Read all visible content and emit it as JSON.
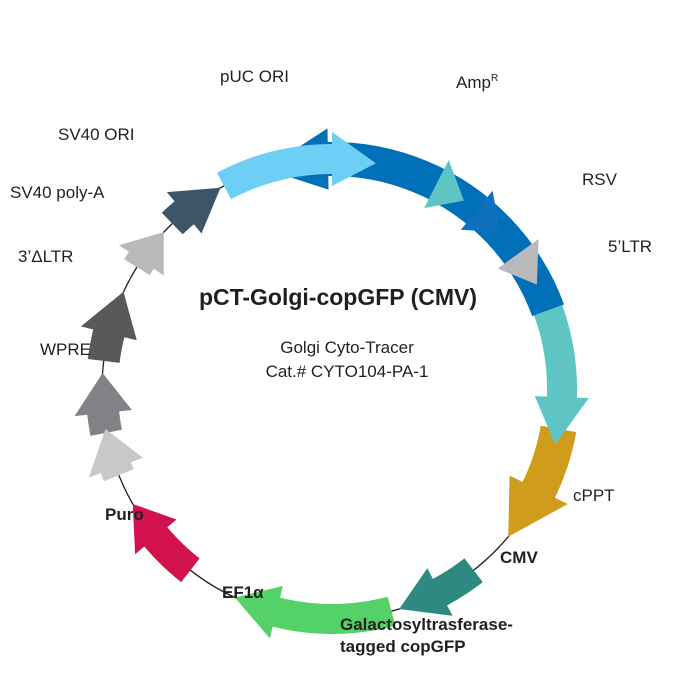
{
  "title": "pCT-Golgi-copGFP (CMV)",
  "subtitle_line1": "Golgi Cyto-Tracer",
  "subtitle_line2": "Cat.# CYTO104-PA-1",
  "features": [
    {
      "id": "amp",
      "label": "Amp",
      "sup": "R",
      "color": "#0070b8",
      "bold": false
    },
    {
      "id": "rsv",
      "label": "RSV",
      "color": "#3d5569",
      "bold": false
    },
    {
      "id": "ltr5",
      "label": "5’LTR",
      "color": "#b7b9bb",
      "bold": false
    },
    {
      "id": "gag",
      "label": "",
      "color": "#58595b",
      "bold": false
    },
    {
      "id": "rre",
      "label": "",
      "color": "#808285",
      "bold": false
    },
    {
      "id": "cppt",
      "label": "cPPT",
      "color": "#c7c8ca",
      "bold": false
    },
    {
      "id": "cmv",
      "label": "CMV",
      "color": "#d2124e",
      "bold": true
    },
    {
      "id": "galt",
      "label_line1": "Galactosyltrasferase-",
      "label_line2": "tagged copGFP",
      "color": "#55d16a",
      "bold": true
    },
    {
      "id": "ef1a",
      "label": "EF1α",
      "color": "#2e8a80",
      "bold": true
    },
    {
      "id": "puro",
      "label": "Puro",
      "color": "#d09c1c",
      "bold": true
    },
    {
      "id": "wpre",
      "label": "WPRE",
      "color": "#5ec5c4",
      "bold": false
    },
    {
      "id": "ltr3",
      "label": "3’ΔLTR",
      "color": "#b7b9bb",
      "bold": false
    },
    {
      "id": "sv40pa",
      "label": "SV40 poly-A",
      "color": "#0d6fbe",
      "bold": false
    },
    {
      "id": "sv40ori",
      "label": "SV40 ORI",
      "color": "#5ec5c4",
      "bold": false
    },
    {
      "id": "puc",
      "label": "pUC ORI",
      "color": "#6dcff6",
      "bold": false
    }
  ]
}
